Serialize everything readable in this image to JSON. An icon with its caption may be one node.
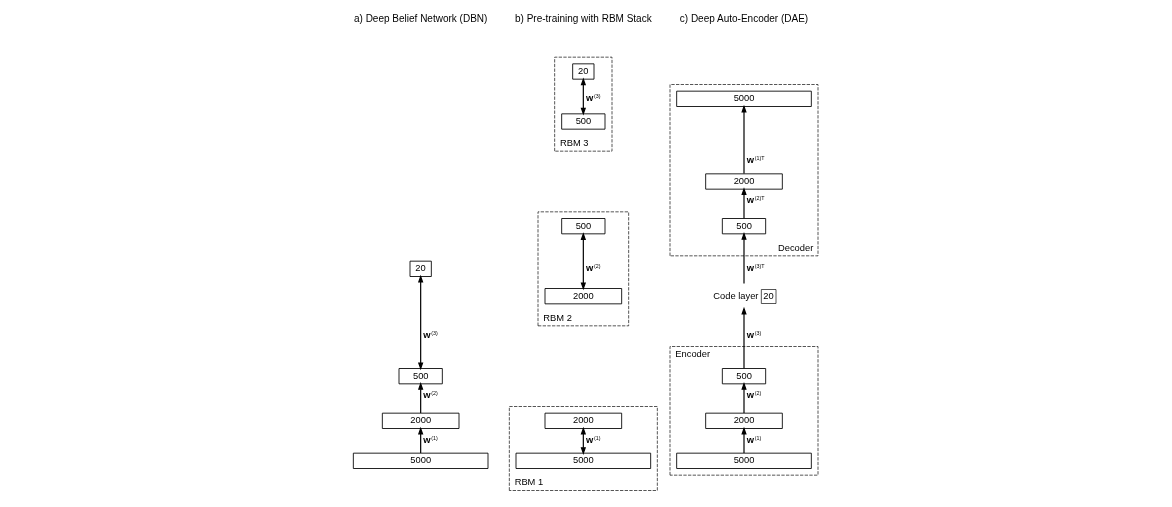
{
  "diagram": {
    "nodes": [
      {
        "text": [
          "20"
        ]
      },
      {
        "text": [
          "500"
        ]
      },
      {
        "text": [
          "2000"
        ]
      },
      {
        "text": [
          "5000"
        ]
      },
      {
        "text": [
          "RBM 3"
        ]
      },
      {
        "text": [
          "20"
        ],
        "in": 4
      },
      {
        "text": [
          "500"
        ],
        "in": 4
      },
      {
        "text": [
          "RBM 2"
        ]
      },
      {
        "text": [
          "500"
        ],
        "in": 7
      },
      {
        "text": [
          "2000"
        ],
        "in": 7
      },
      {
        "text": [
          "RBM 1"
        ]
      },
      {
        "text": [
          "2000"
        ],
        "in": 10
      },
      {
        "text": [
          "5000"
        ],
        "in": 10
      },
      {
        "text": [
          "Decoder"
        ]
      },
      {
        "text": [
          "5000"
        ],
        "in": 13
      },
      {
        "text": [
          "2000"
        ],
        "in": 13
      },
      {
        "text": [
          "500"
        ],
        "in": 13
      },
      {
        "text": [
          "20"
        ],
        "beside": [
          "Code layer"
        ]
      },
      {
        "text": [
          "Encoder"
        ]
      },
      {
        "text": [
          "500"
        ],
        "in": 18
      },
      {
        "text": [
          "2000"
        ],
        "in": 18
      },
      {
        "text": [
          "5000"
        ],
        "in": 18
      }
    ],
    "edges": [
      {
        "from": 1,
        "to": 0,
        "arrow": "both",
        "label": "**w**$^{(3)}$"
      },
      {
        "from": 2,
        "to": 1,
        "arrow": "to",
        "label": "**w**$^{(2)}$"
      },
      {
        "from": 3,
        "to": 2,
        "arrow": "to",
        "label": "**w**$^{(1)}$"
      },
      {
        "from": 6,
        "to": 5,
        "arrow": "both",
        "label": "**w**$^{(3)}$"
      },
      {
        "from": 9,
        "to": 8,
        "arrow": "both",
        "label": "**w**$^{(2)}$"
      },
      {
        "from": 12,
        "to": 11,
        "arrow": "both",
        "label": "**w**$^{(1)}$"
      },
      {
        "from": 21,
        "to": 20,
        "arrow": "to",
        "label": "**w**$^{(1)}$"
      },
      {
        "from": 20,
        "to": 19,
        "arrow": "to",
        "label": "**w**$^{(2)}$"
      },
      {
        "from": 19,
        "to": 17,
        "arrow": "to",
        "label": "**w**$^{(3)}$"
      },
      {
        "from": 17,
        "to": 16,
        "arrow": "to",
        "label": "**w**$^{(3)T}$"
      },
      {
        "from": 16,
        "to": 15,
        "arrow": "to",
        "label": "**w**$^{(2)T}$"
      },
      {
        "from": 15,
        "to": 14,
        "arrow": "to",
        "label": "**w**$^{(1)T}$"
      }
    ],
    "labels": [
      "a) Deep Belief Network (DBN)",
      "b) Pre-training with RBM Stack",
      "c) Deep Auto-Encoder (DAE)"
    ]
  }
}
